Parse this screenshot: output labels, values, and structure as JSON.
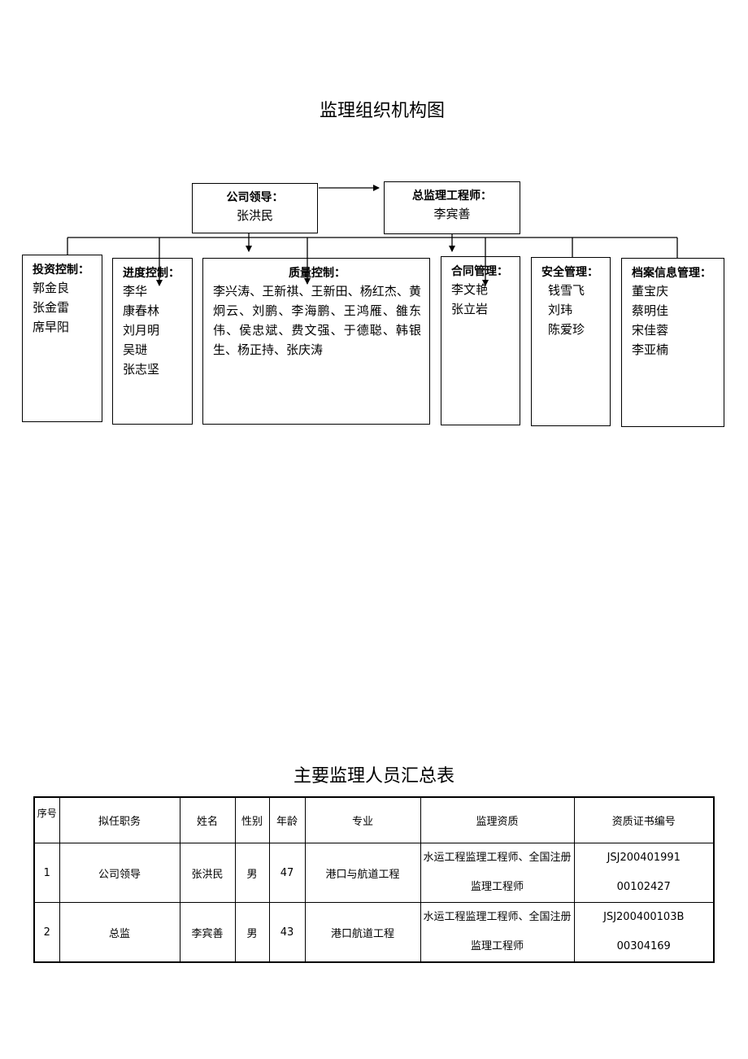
{
  "chart_title": "监理组织机构图",
  "org": {
    "leader": {
      "title": "公司领导：",
      "name": "张洪民"
    },
    "chief": {
      "title": "总监理工程师：",
      "name": "李宾善"
    },
    "depts": [
      {
        "title": "投资控制：",
        "members": [
          "郭金良",
          "张金雷",
          "席早阳"
        ]
      },
      {
        "title": "进度控制：",
        "members": [
          "李华",
          "康春林",
          "刘月明",
          "吴琎",
          "张志坚"
        ]
      },
      {
        "title": "质量控制：",
        "members_text": "李兴涛、王新祺、王新田、杨红杰、黄炯云、刘鹏、李海鹏、王鸿雁、雒东伟、侯忠斌、费文强、于德聪、韩银生、杨正持、张庆涛"
      },
      {
        "title": "合同管理：",
        "members": [
          "李文艳",
          "张立岩"
        ]
      },
      {
        "title": "安全管理：",
        "members": [
          "钱雪飞",
          "刘玮",
          "陈爱珍"
        ]
      },
      {
        "title": "档案信息管理：",
        "members": [
          "董宝庆",
          "蔡明佳",
          "宋佳蓉",
          "李亚楠"
        ]
      }
    ]
  },
  "table_title": "主要监理人员汇总表",
  "table": {
    "headers": [
      "序号",
      "拟任职务",
      "姓名",
      "性别",
      "年龄",
      "专业",
      "监理资质",
      "资质证书编号"
    ],
    "rows": [
      {
        "seq": "1",
        "role": "公司领导",
        "name": "张洪民",
        "gender": "男",
        "age": "47",
        "major": "港口与航道工程",
        "qual_1": "水运工程监理工程师、全国注册",
        "qual_2": "监理工程师",
        "cert_1": "JSJ200401991",
        "cert_2": "00102427"
      },
      {
        "seq": "2",
        "role": "总监",
        "name": "李宾善",
        "gender": "男",
        "age": "43",
        "major": "港口航道工程",
        "qual_1": "水运工程监理工程师、全国注册",
        "qual_2": "监理工程师",
        "cert_1": "JSJ200400103B",
        "cert_2": "00304169"
      }
    ]
  }
}
